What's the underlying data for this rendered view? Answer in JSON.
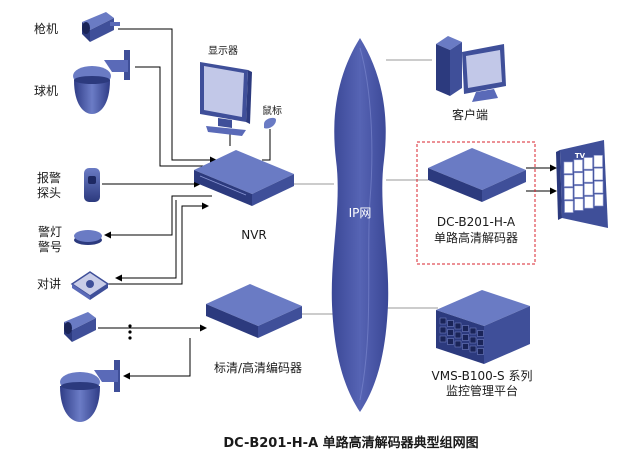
{
  "network": {
    "label": "IP网"
  },
  "devices": {
    "bullet_camera": "枪机",
    "dome_camera": "球机",
    "alarm_detector": [
      "报警",
      "探头"
    ],
    "alarm_light": [
      "警灯",
      "警号"
    ],
    "intercom": "对讲",
    "monitor": "显示器",
    "mouse": "鼠标",
    "nvr": "NVR",
    "encoder": "标清/高清编码器",
    "client": "客户端",
    "decoder": [
      "DC-B201-H-A",
      "单路高清解码器"
    ],
    "tv": "TV",
    "platform": [
      "VMS-B100-S 系列",
      "监控管理平台"
    ]
  },
  "caption": "DC-B201-H-A 单路高清解码器典型组网图",
  "colors": {
    "device_blue": "#3f4f99",
    "device_light": "#6a7bc4",
    "cloud": "#4a58a8",
    "highlight_border": "#d9232e"
  }
}
